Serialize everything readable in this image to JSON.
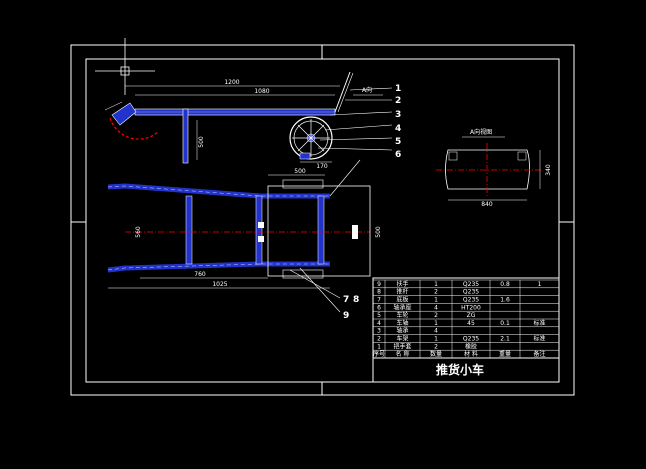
{
  "drawing": {
    "title": "推货小车",
    "section_label": "A向视图",
    "part_numbers": [
      "1",
      "2",
      "3",
      "4",
      "5",
      "6",
      "7",
      "8",
      "9"
    ],
    "dims_side": [
      "1200",
      "1080",
      "A向",
      "500",
      "170"
    ],
    "dims_top": [
      "500",
      "560",
      "500",
      "1025",
      "760"
    ],
    "dims_section": [
      "840",
      "340"
    ]
  },
  "bom": {
    "header": [
      "序号",
      "名 称",
      "数量",
      "材 料",
      "重量",
      "备注"
    ],
    "rows": [
      [
        "9",
        "扶手",
        "1",
        "Q235",
        "0.8",
        "1"
      ],
      [
        "8",
        "推杆",
        "2",
        "Q235",
        "",
        ""
      ],
      [
        "7",
        "底板",
        "1",
        "Q235",
        "1.6",
        ""
      ],
      [
        "6",
        "轴承座",
        "4",
        "HT200",
        "",
        ""
      ],
      [
        "5",
        "车轮",
        "2",
        "ZG",
        "",
        ""
      ],
      [
        "4",
        "车轴",
        "1",
        "45",
        "0.1",
        "标准"
      ],
      [
        "3",
        "轴承",
        "4",
        "",
        "",
        ""
      ],
      [
        "2",
        "车架",
        "1",
        "Q235",
        "2.1",
        "标准"
      ],
      [
        "1",
        "把手套",
        "2",
        "橡胶",
        "",
        ""
      ]
    ]
  },
  "colors": {
    "frame": "#ffffff",
    "part": "#2233cc",
    "center": "#ff0000",
    "line": "#ffffff"
  }
}
